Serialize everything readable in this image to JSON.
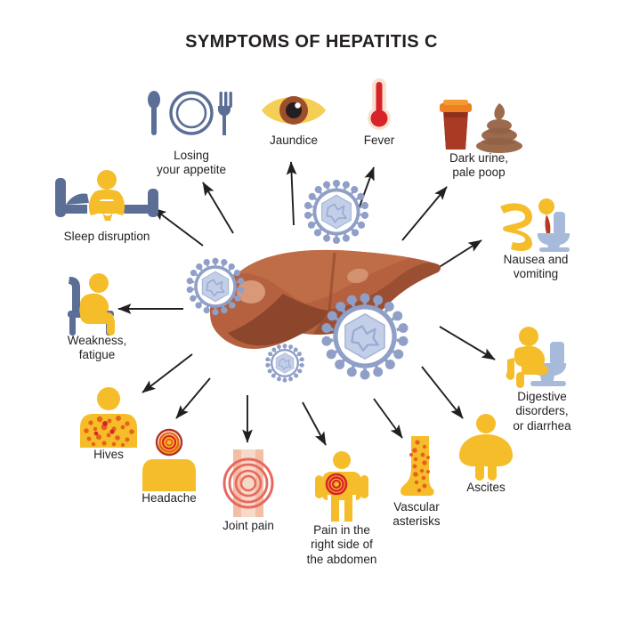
{
  "title": "SYMPTOMS OF HEPATITIS C",
  "center": {
    "organ_name": "liver",
    "pathogen_name": "hepatitis-c-virus",
    "virus_count": 4
  },
  "colors": {
    "title_text": "#231f20",
    "label_text": "#231f20",
    "yellow": "#f5bd2a",
    "yellow_dark": "#f0ab1e",
    "slate_blue": "#5b6e96",
    "pale_blue": "#a8bada",
    "virus_blue": "#8f9fc8",
    "virus_capsid": "#c3cfe8",
    "liver_mid": "#b5613f",
    "liver_light": "#c97550",
    "liver_dark": "#7d3a26",
    "red": "#d8232a",
    "orange": "#e8601c",
    "pain_ring": "#e8685f",
    "arrow": "#231f20",
    "background": "#ffffff"
  },
  "symptoms": [
    {
      "id": "losing-appetite",
      "label": "Losing\nyour appetite",
      "icon": "plate-spoon-fork-icon"
    },
    {
      "id": "jaundice",
      "label": "Jaundice",
      "icon": "yellow-eye-icon"
    },
    {
      "id": "fever",
      "label": "Fever",
      "icon": "thermometer-icon"
    },
    {
      "id": "dark-urine",
      "label": "Dark urine,\npale poop",
      "icon": "urine-cup-and-stool-icon"
    },
    {
      "id": "nausea-vomiting",
      "label": "Nausea and\nvomiting",
      "icon": "person-vomiting-toilet-icon"
    },
    {
      "id": "digestive",
      "label": "Digestive\ndisorders,\nor diarrhea",
      "icon": "person-sitting-toilet-icon"
    },
    {
      "id": "ascites",
      "label": "Ascites",
      "icon": "swollen-abdomen-figure-icon"
    },
    {
      "id": "vascular",
      "label": "Vascular\nasterisks",
      "icon": "spotted-leg-icon"
    },
    {
      "id": "abdominal-pain",
      "label": "Pain in the\nright side of\nthe abdomen",
      "icon": "figure-abdominal-pain-icon"
    },
    {
      "id": "joint-pain",
      "label": "Joint pain",
      "icon": "knee-joint-pain-icon"
    },
    {
      "id": "headache",
      "label": "Headache",
      "icon": "figure-headache-icon"
    },
    {
      "id": "hives",
      "label": "Hives",
      "icon": "spotted-torso-icon"
    },
    {
      "id": "weakness-fatigue",
      "label": "Weakness,\nfatigue",
      "icon": "person-slumped-chair-icon"
    },
    {
      "id": "sleep-disruption",
      "label": "Sleep disruption",
      "icon": "person-awake-in-bed-icon"
    }
  ]
}
